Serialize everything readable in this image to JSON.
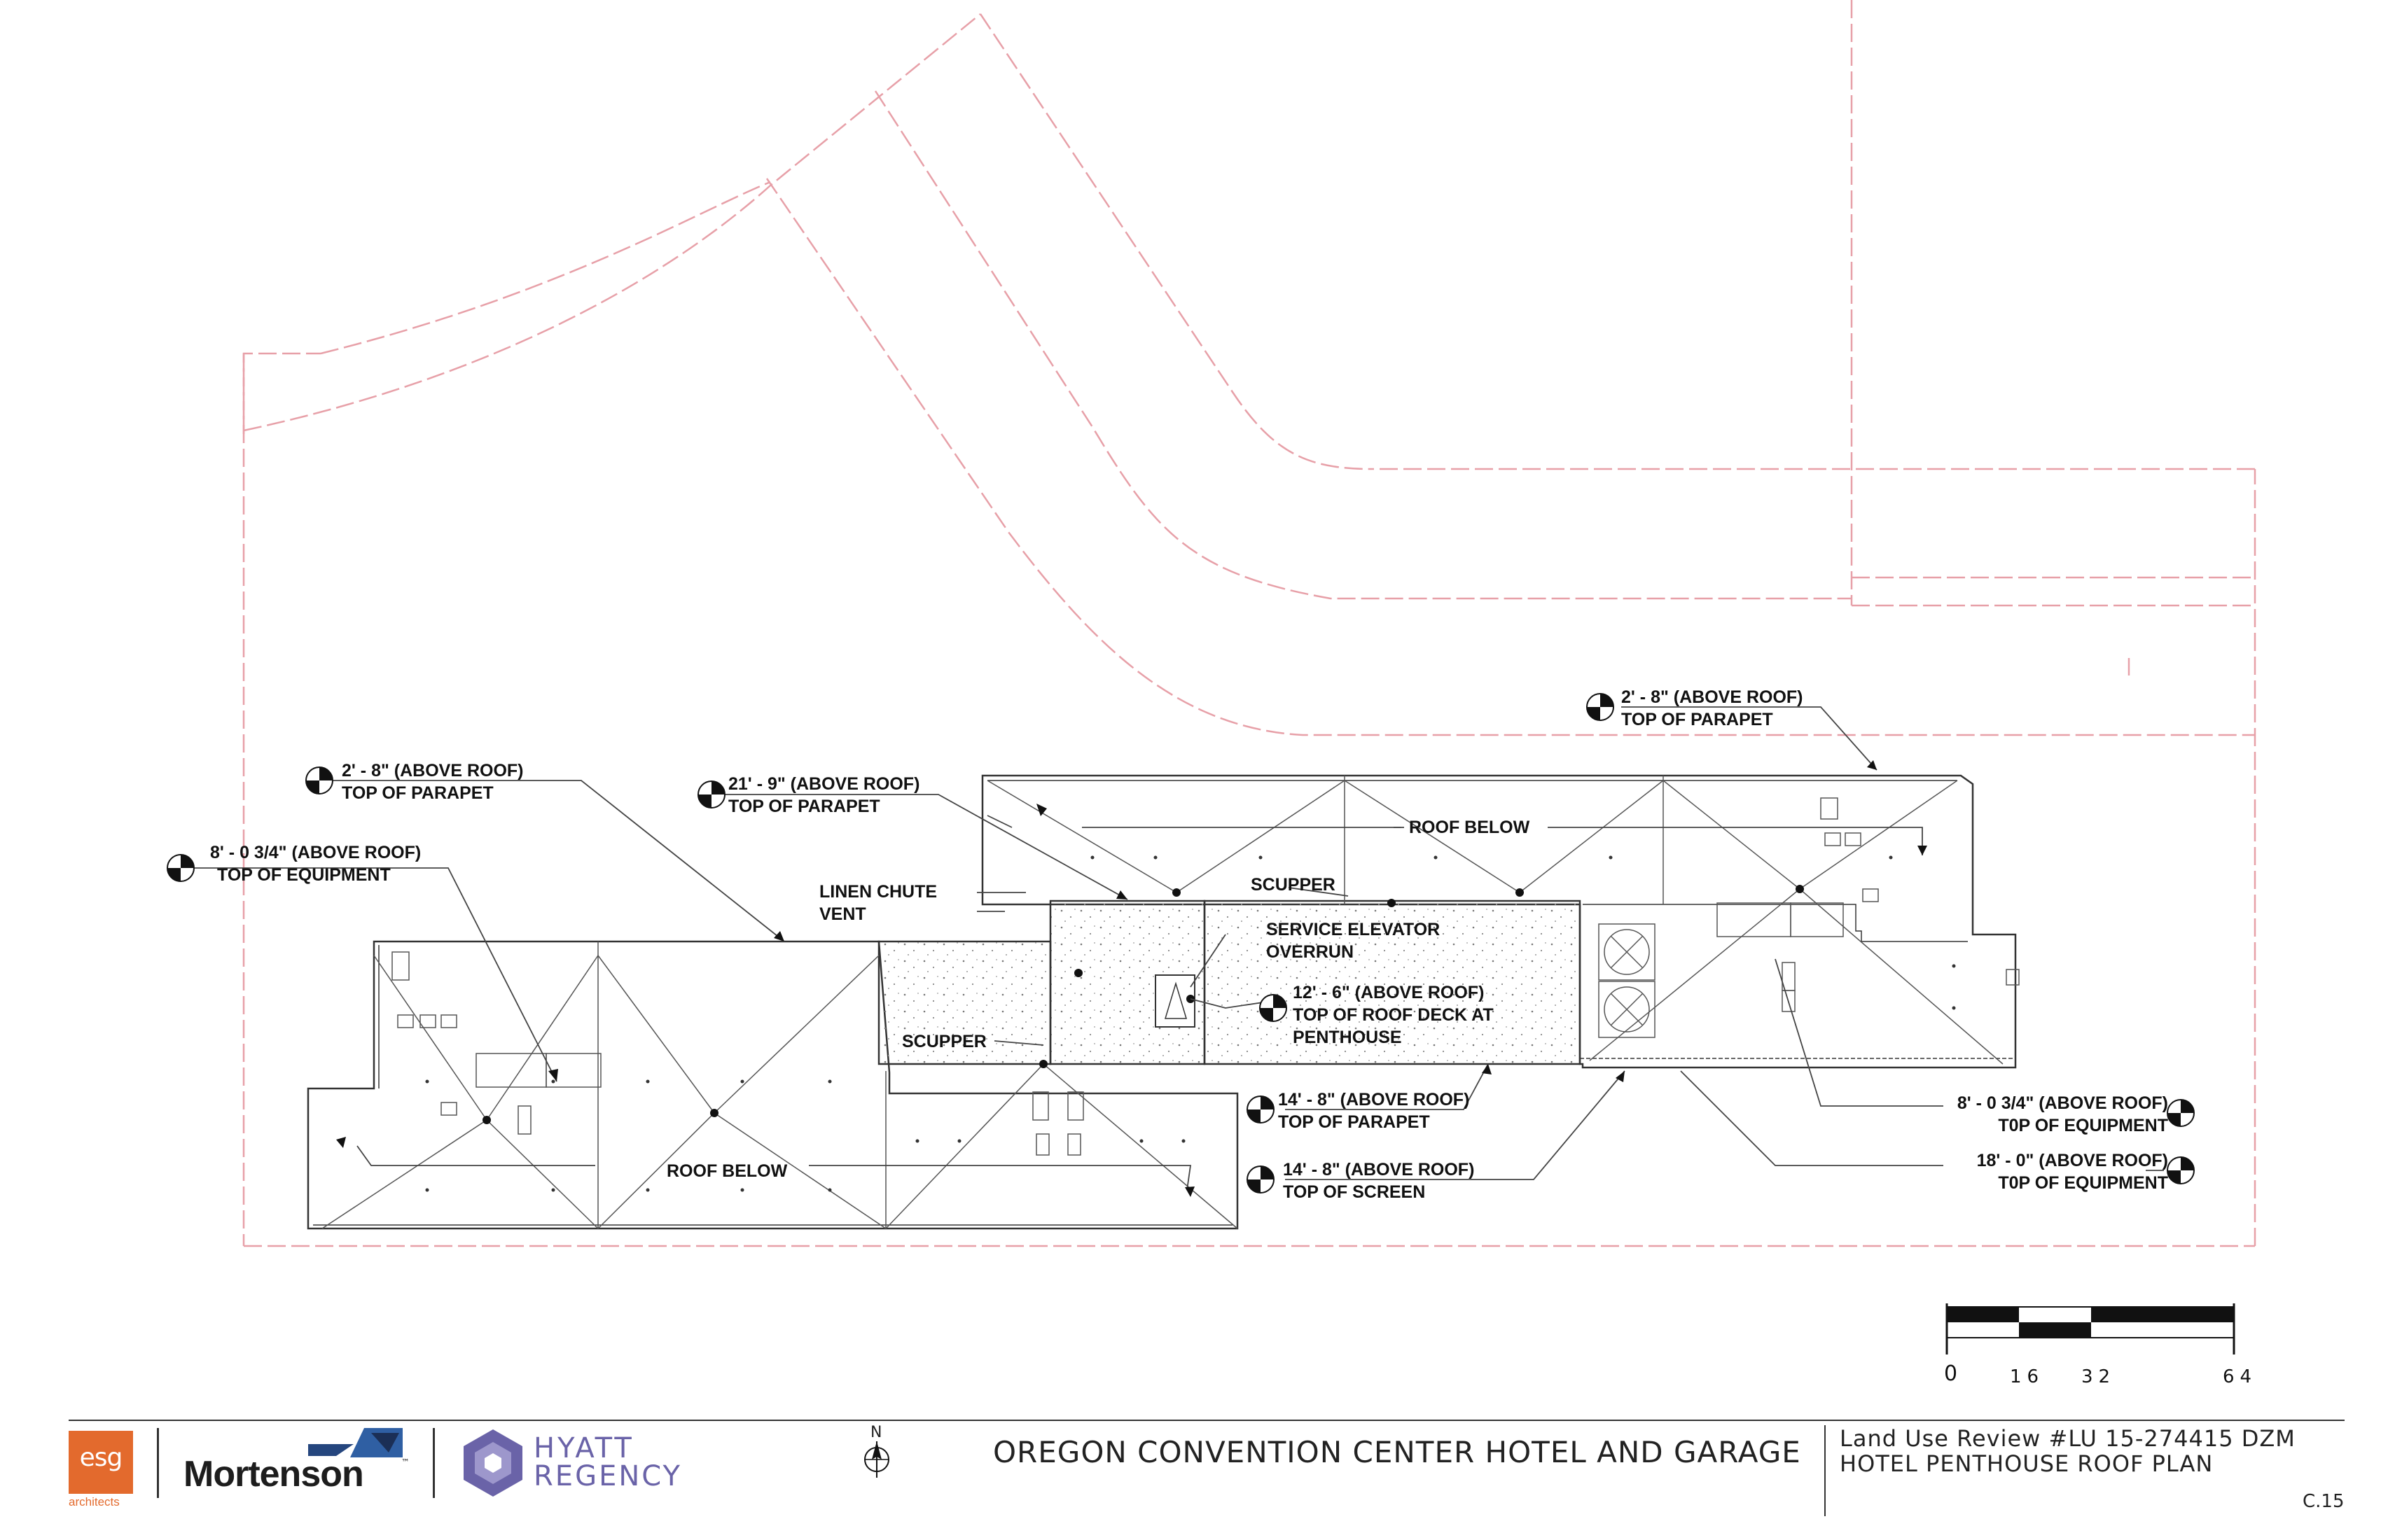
{
  "title_block": {
    "project_title": "OREGON CONVENTION CENTER HOTEL AND GARAGE",
    "review_number": "Land Use Review #LU 15-274415 DZM",
    "sheet_title": "HOTEL PENTHOUSE ROOF PLAN",
    "sheet_number": "C.15",
    "north_label": "N"
  },
  "logos": {
    "esg": {
      "word": "esg",
      "subtitle": "architects",
      "color": "#e36a2d"
    },
    "mortenson": {
      "word": "Mortenson",
      "mark": "™"
    },
    "hyatt": {
      "line1": "HYATT",
      "line2": "REGENCY",
      "color": "#6a63a8"
    }
  },
  "scale_bar": {
    "labels": [
      "0",
      "16",
      "32",
      "64"
    ]
  },
  "annotations": {
    "top_parapet_left": {
      "line1": "2' - 8\" (ABOVE ROOF)",
      "line2": "TOP OF PARAPET"
    },
    "top_equipment_left": {
      "line1": "8' - 0 3/4\" (ABOVE ROOF)",
      "line2": "TOP OF EQUIPMENT"
    },
    "top_parapet_center": {
      "line1": "21' - 9\" (ABOVE ROOF)",
      "line2": "TOP OF PARAPET"
    },
    "top_parapet_right": {
      "line1": "2' - 8\" (ABOVE ROOF)",
      "line2": "TOP OF PARAPET"
    },
    "linen_chute": {
      "line1": "LINEN CHUTE",
      "line2": "VENT"
    },
    "roof_below_top": "ROOF BELOW",
    "roof_below_bottom": "ROOF BELOW",
    "scupper_top": "SCUPPER",
    "scupper_left": "SCUPPER",
    "service_elevator": {
      "line1": "SERVICE ELEVATOR",
      "line2": "OVERRUN"
    },
    "roof_deck": {
      "line1": "12' - 6\" (ABOVE ROOF)",
      "line2": "TOP OF ROOF DECK AT",
      "line3": "PENTHOUSE"
    },
    "parapet_14": {
      "line1": "14' - 8\" (ABOVE ROOF)",
      "line2": "TOP OF PARAPET"
    },
    "screen_14": {
      "line1": "14' - 8\" (ABOVE ROOF)",
      "line2": "TOP OF SCREEN"
    },
    "equipment_right_1": {
      "line1": "8' - 0 3/4\" (ABOVE ROOF)",
      "line2": "T0P OF EQUIPMENT"
    },
    "equipment_right_2": {
      "line1": "18' - 0\" (ABOVE ROOF)",
      "line2": "T0P OF EQUIPMENT"
    }
  },
  "colors": {
    "property_line": "#e7a0a8",
    "linework": "#444444",
    "text": "#111111"
  }
}
